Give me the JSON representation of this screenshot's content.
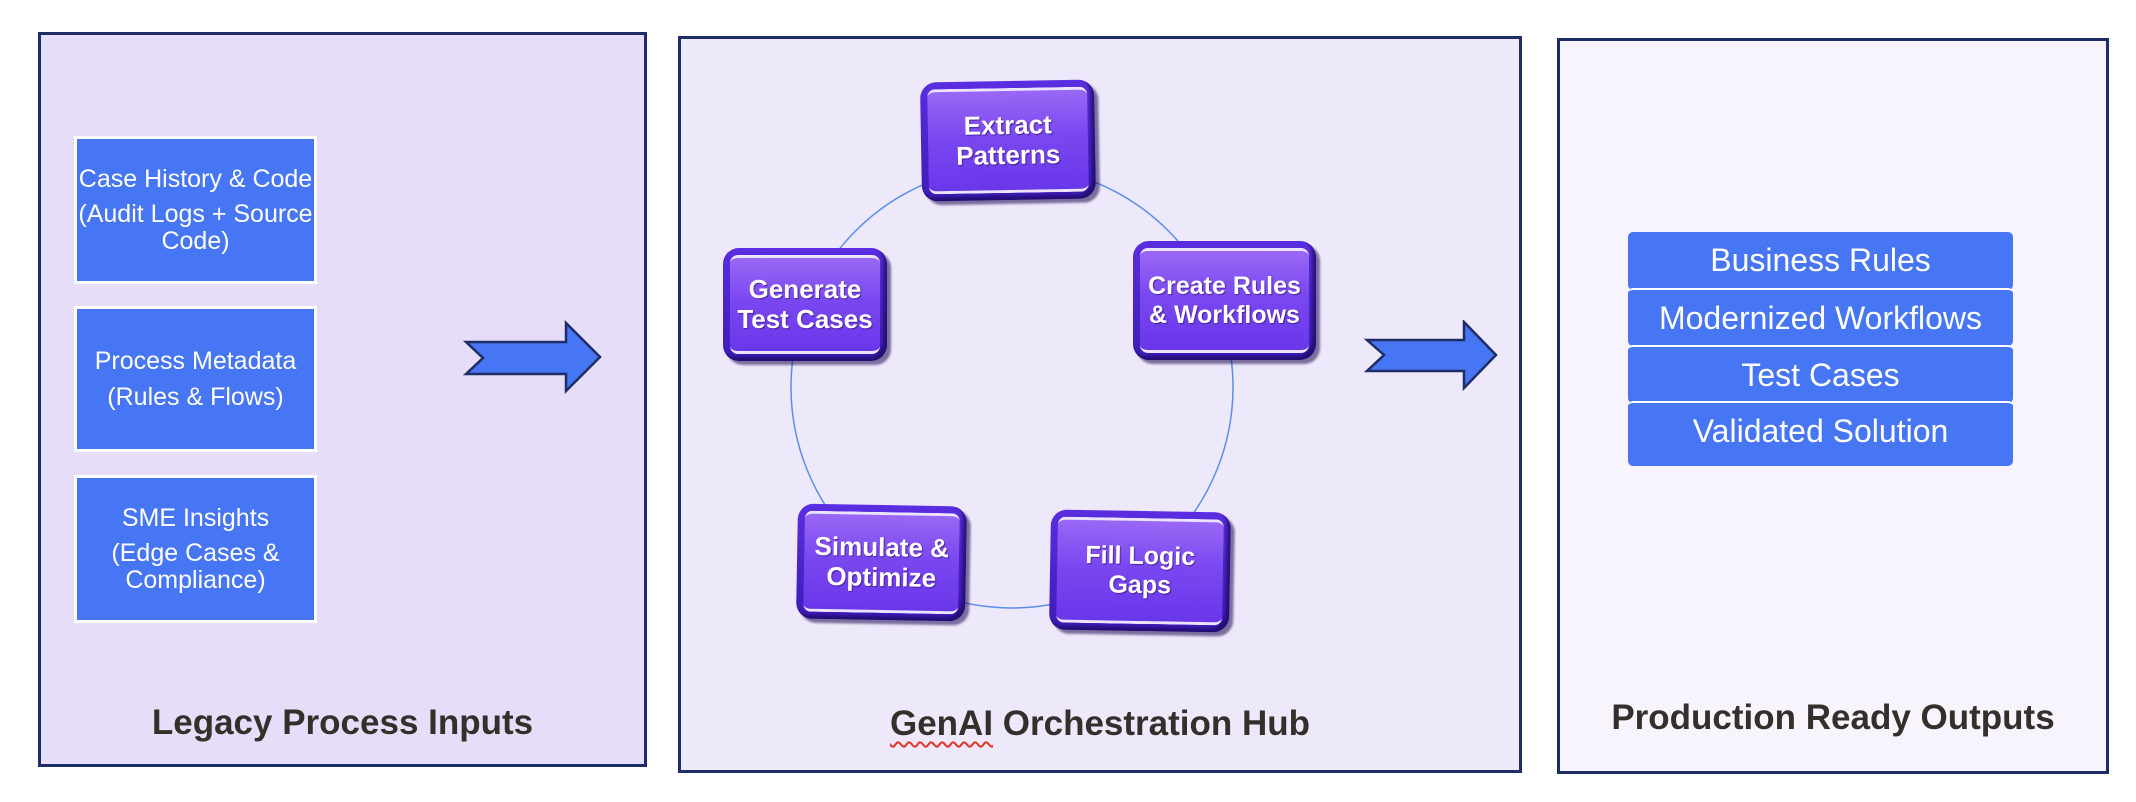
{
  "colors": {
    "panel_border": "#1f2d66",
    "input_box": "#4676f4",
    "step_box": "#6a36ea",
    "arrow_fill": "#4676f4",
    "cycle_line": "#5a8fe8",
    "title_text": "#33302c"
  },
  "inputs": {
    "title": "Legacy Process Inputs",
    "items": [
      {
        "title": "Case History & Code",
        "subtitle": "(Audit Logs + Source Code)"
      },
      {
        "title": "Process Metadata",
        "subtitle": "(Rules & Flows)"
      },
      {
        "title": "SME Insights",
        "subtitle": "(Edge Cases & Compliance)"
      }
    ],
    "arrow_icon": "right-arrow-icon"
  },
  "hub": {
    "title_misspelled_word": "GenAI",
    "title_rest": " Orchestration Hub",
    "steps": [
      {
        "label": "Extract Patterns"
      },
      {
        "label": "Create Rules & Workflows"
      },
      {
        "label": "Fill Logic Gaps"
      },
      {
        "label": "Simulate & Optimize"
      },
      {
        "label": "Generate Test Cases"
      }
    ],
    "arrow_icon": "right-arrow-icon"
  },
  "outputs": {
    "title": "Production Ready Outputs",
    "items": [
      {
        "label": "Business Rules"
      },
      {
        "label": "Modernized Workflows"
      },
      {
        "label": "Test Cases"
      },
      {
        "label": "Validated Solution"
      }
    ]
  }
}
